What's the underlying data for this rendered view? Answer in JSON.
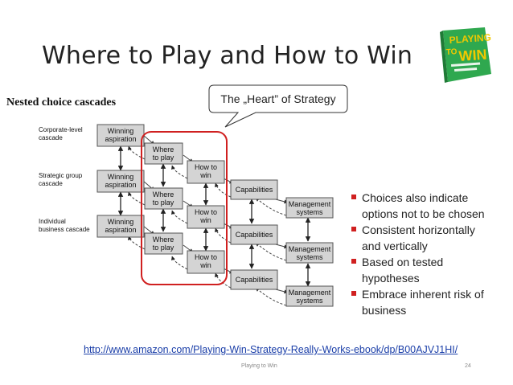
{
  "slide": {
    "title": "Where to Play and How to Win",
    "link": "http://www.amazon.com/Playing-Win-Strategy-Really-Works-ebook/dp/B00AJVJ1HI/",
    "footer_center": "Playing to Win",
    "footer_page": "24"
  },
  "book": {
    "title_line1": "PLAYING",
    "title_line2": "TO",
    "title_line3": "WIN"
  },
  "callout": {
    "text": "The „Heart” of Strategy"
  },
  "diagram": {
    "title": "Nested choice cascades",
    "rows": [
      {
        "label_line1": "Corporate-level",
        "label_line2": "cascade"
      },
      {
        "label_line1": "Strategic group",
        "label_line2": "cascade"
      },
      {
        "label_line1": "Individual",
        "label_line2": "business cascade"
      }
    ],
    "box_labels": {
      "winning_1": "Winning",
      "winning_2": "aspiration",
      "where_1": "Where",
      "where_2": "to play",
      "how_1": "How to",
      "how_2": "win",
      "capabilities": "Capabilities",
      "mgmt_1": "Management",
      "mgmt_2": "systems"
    }
  },
  "bullets": [
    {
      "line1": "Choices also indicate",
      "line2": "options not to be chosen"
    },
    {
      "line1": "Consistent horizontally",
      "line2": "and vertically"
    },
    {
      "line1": "Based on tested",
      "line2": "hypotheses"
    },
    {
      "line1": "Embrace inherent risk of",
      "line2": "business"
    }
  ],
  "colors": {
    "accent": "#d02020",
    "box_fill": "#d4d4d4",
    "link": "#1a3ea8",
    "book_green": "#2fa84f",
    "book_yellow": "#f2c800"
  }
}
